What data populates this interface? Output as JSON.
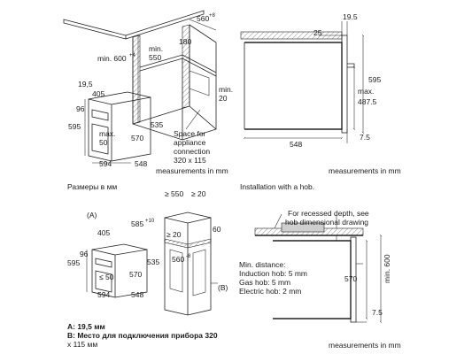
{
  "tl": {
    "d560": "560",
    "d560_sup": "+8",
    "d600": "min. 600",
    "d600_sup": "+4",
    "d180": "180",
    "d550": "min.",
    "d550b": "550",
    "d20": "min.",
    "d20b": "20",
    "d195": "19,5",
    "d405": "405",
    "d96": "96",
    "d595": "595",
    "d50a": "max.",
    "d50b": "50",
    "d570": "570",
    "d535": "535",
    "d594": "594",
    "d548": "548",
    "space1": "Space for",
    "space2": "appliance",
    "space3": "connection",
    "space4": "320 x 115",
    "meas": "measurements in mm",
    "ru_caption": "Размеры в мм"
  },
  "tr": {
    "d195": "19.5",
    "d25": "25",
    "d595": "595",
    "dmax1": "max.",
    "dmax2": "487.5",
    "d548": "548",
    "d75": "7.5",
    "meas": "measurements in mm",
    "caption": "Installation with a hob."
  },
  "bl": {
    "A": "(A)",
    "B": "(B)",
    "d550": "≥ 550",
    "d20a": "≥ 20",
    "d585": "585",
    "d585_sup": "+10",
    "d20b": "≥ 20",
    "d60": "60",
    "d405": "405",
    "d96": "96",
    "d595": "595",
    "d50": "≤ 50",
    "d570": "570",
    "d535": "535",
    "d560": "560",
    "d560_sup": "-8",
    "d594": "594",
    "d548": "548",
    "noteA": "A: 19,5 мм",
    "noteB1": "B: Место для подключения прибора 320",
    "noteB2": "x 115 мм"
  },
  "br": {
    "rec1": "For recessed depth, see",
    "rec2": "hob dimensional drawing",
    "min0": "Min. distance:",
    "min1": "Induction hob: 5 mm",
    "min2": "Gas hob: 5 mm",
    "min3": "Electric hob: 2 mm",
    "d570": "570",
    "d600": "min. 600",
    "d75": "7.5",
    "meas": "measurements in mm"
  }
}
